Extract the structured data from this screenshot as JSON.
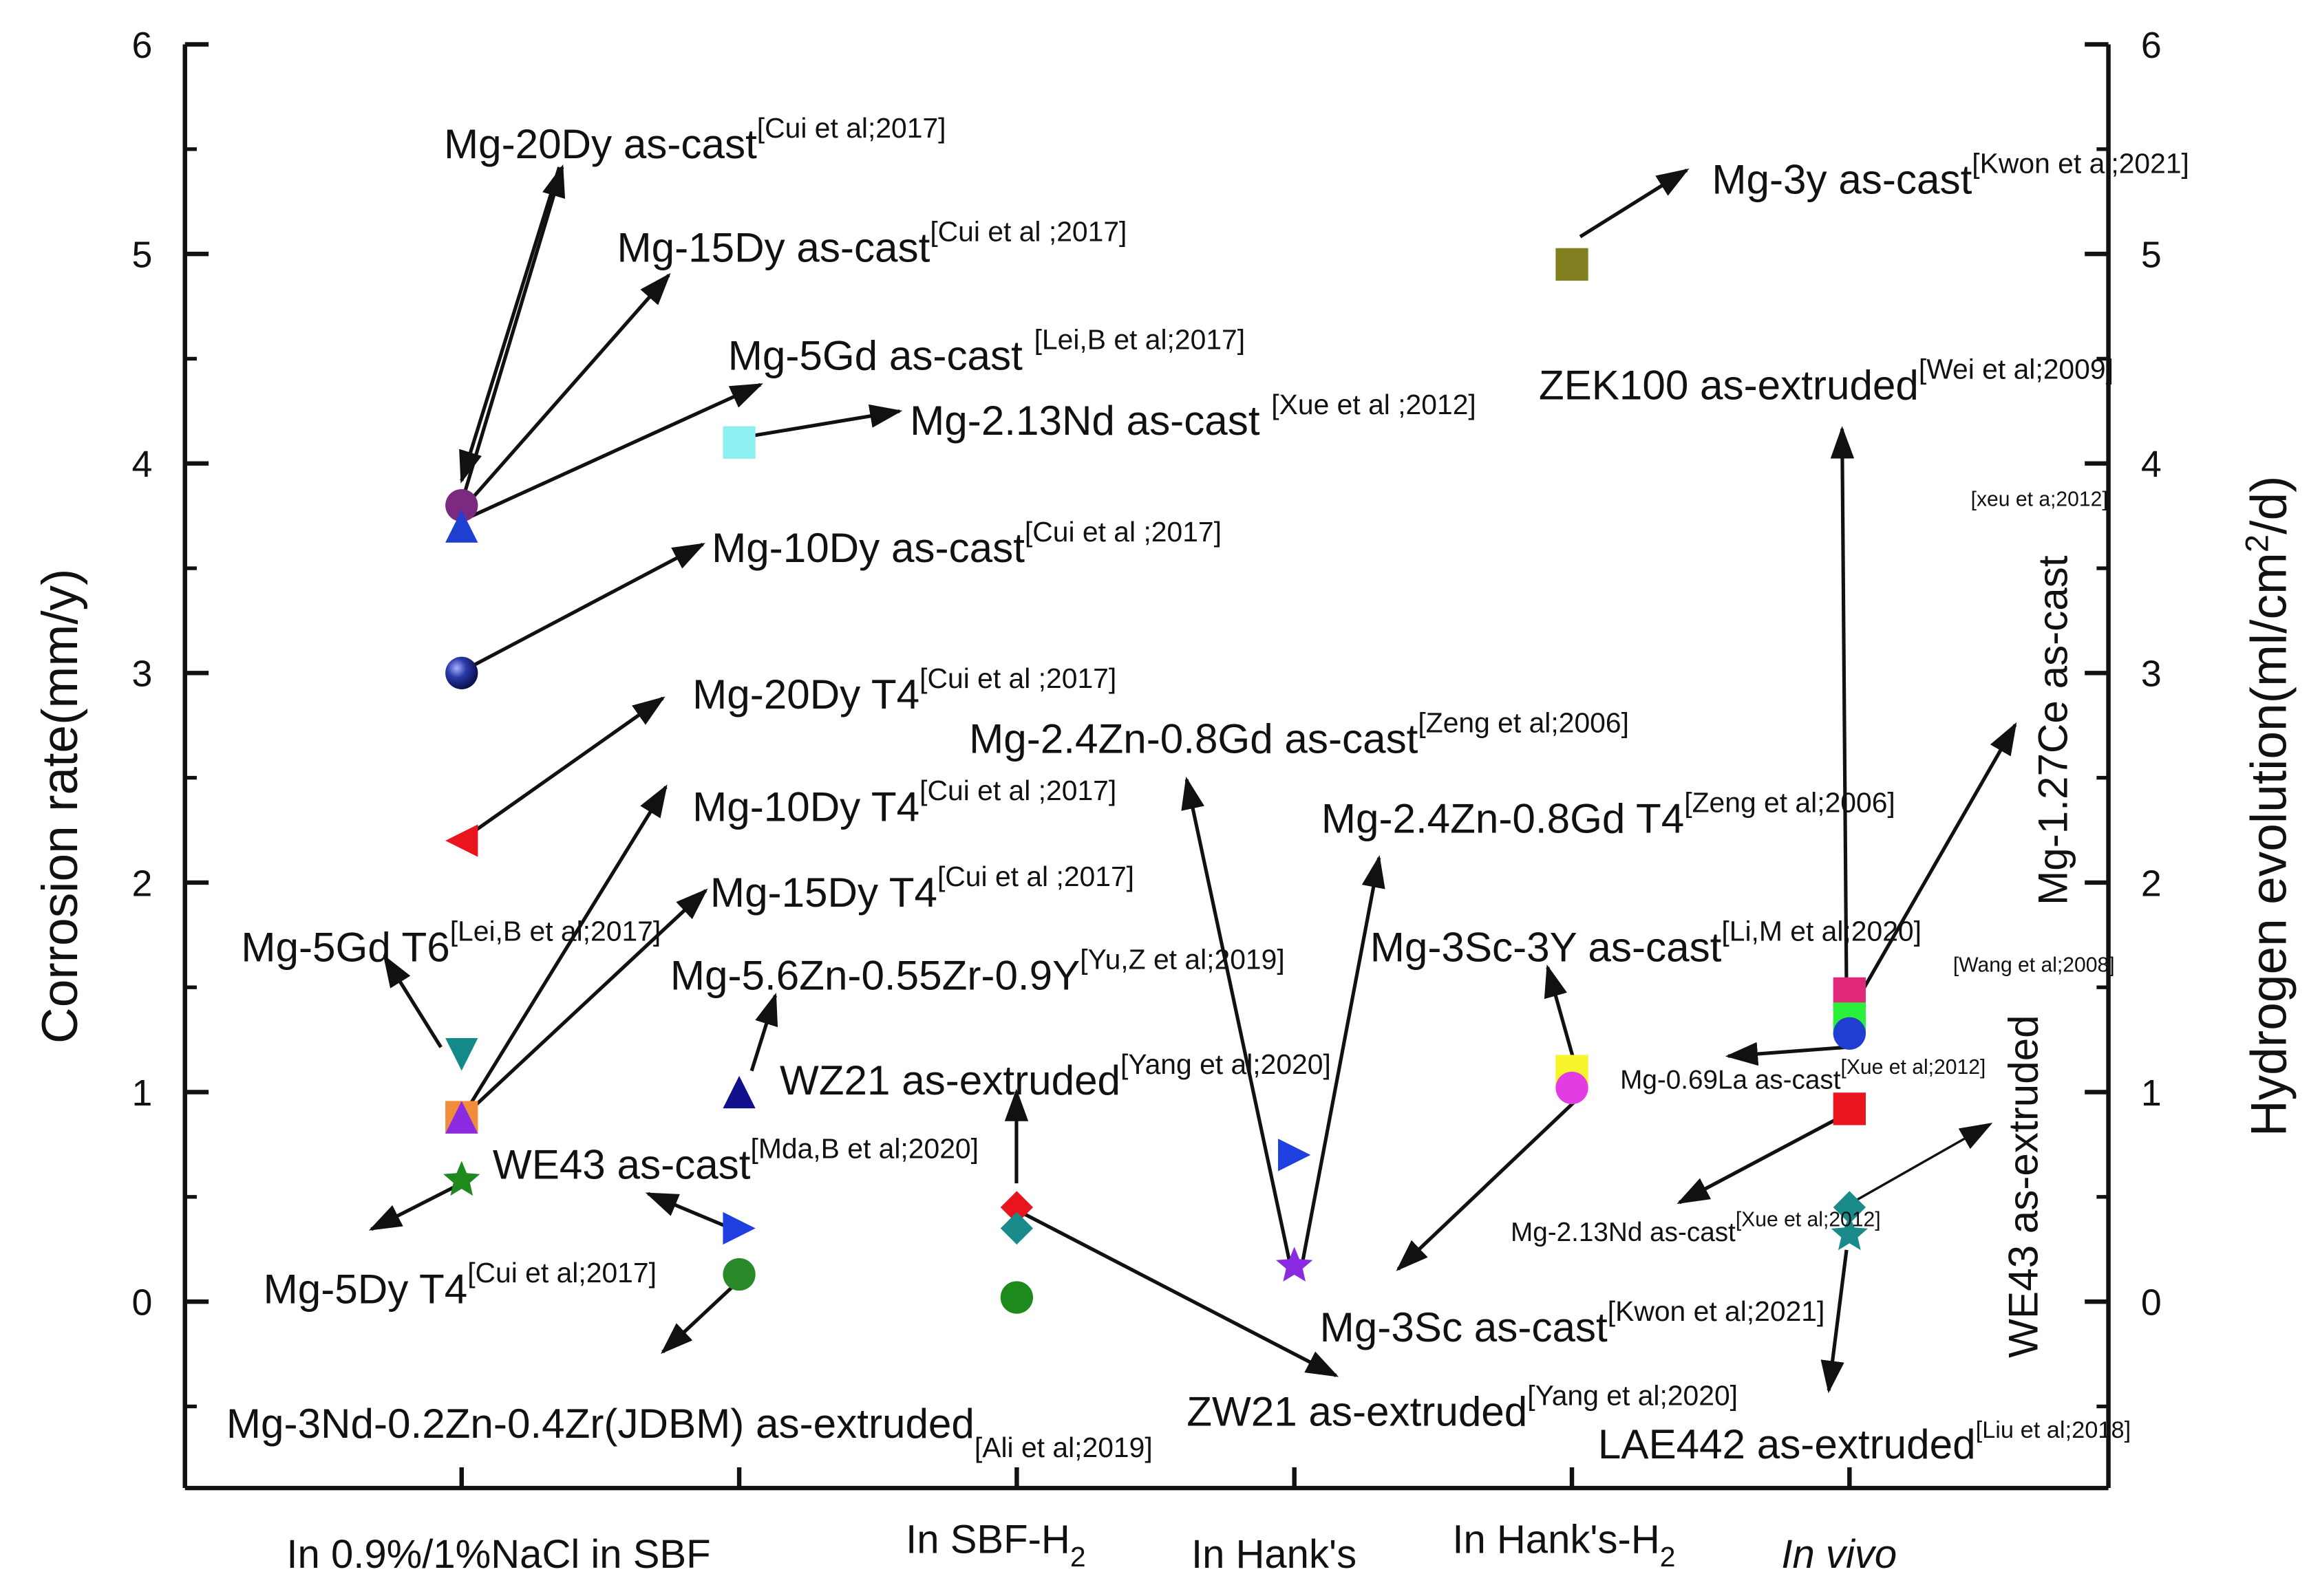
{
  "chart_data": {
    "type": "scatter",
    "title": "",
    "ylabel": "Corrosion rate(mm/y)",
    "ylabel_right": "Hydrogen evolution(ml/cm2/d)",
    "ylabel_right_parts": [
      "Hydrogen evolution(ml/cm",
      "2",
      "/d)"
    ],
    "ylim": [
      -0.9,
      6
    ],
    "yticks": [
      "0",
      "1",
      "2",
      "3",
      "4",
      "5",
      "6"
    ],
    "categories": [
      {
        "label": "In 0.9%/1%NaCl in SBF",
        "sub": "",
        "italic": false
      },
      {
        "label": "",
        "sub": "",
        "italic": false
      },
      {
        "label": "In SBF-H",
        "sub": "2",
        "italic": false
      },
      {
        "label": "In Hank's",
        "sub": "",
        "italic": false
      },
      {
        "label": "In Hank's-H",
        "sub": "2",
        "italic": false
      },
      {
        "label": "In vivo",
        "sub": "",
        "italic": true
      }
    ],
    "points": [
      {
        "x": 1,
        "y": 3.8,
        "color": "#7a2a80",
        "marker": "circle"
      },
      {
        "x": 1,
        "y": 3.7,
        "color": "#1f3fd0",
        "marker": "triangle-up"
      },
      {
        "x": 1,
        "y": 3.0,
        "color": "#1c2a8c",
        "marker": "sphere"
      },
      {
        "x": 1,
        "y": 2.2,
        "color": "#e8141e",
        "marker": "triangle-left"
      },
      {
        "x": 1,
        "y": 1.18,
        "color": "#138a8a",
        "marker": "triangle-down"
      },
      {
        "x": 1,
        "y": 0.88,
        "color": "#f08c3c",
        "marker": "square"
      },
      {
        "x": 1,
        "y": 0.88,
        "color": "#8a2be2",
        "marker": "triangle-up"
      },
      {
        "x": 1,
        "y": 0.58,
        "color": "#1e8a1e",
        "marker": "star"
      },
      {
        "x": 2,
        "y": 4.1,
        "color": "#8ef0f0",
        "marker": "square"
      },
      {
        "x": 2,
        "y": 1.0,
        "color": "#10108c",
        "marker": "triangle-up"
      },
      {
        "x": 2,
        "y": 0.35,
        "color": "#1f3fe0",
        "marker": "triangle-right"
      },
      {
        "x": 2,
        "y": 0.13,
        "color": "#2a8a2a",
        "marker": "circle"
      },
      {
        "x": 3,
        "y": 0.45,
        "color": "#e8141e",
        "marker": "diamond"
      },
      {
        "x": 3,
        "y": 0.35,
        "color": "#1a8a8a",
        "marker": "diamond"
      },
      {
        "x": 3,
        "y": 0.02,
        "color": "#1e8a1e",
        "marker": "circle"
      },
      {
        "x": 4,
        "y": 0.7,
        "color": "#1f3fe0",
        "marker": "triangle-right"
      },
      {
        "x": 4,
        "y": 0.17,
        "color": "#8a2be2",
        "marker": "star"
      },
      {
        "x": 5,
        "y": 4.95,
        "color": "#808020",
        "marker": "square"
      },
      {
        "x": 5,
        "y": 1.1,
        "color": "#f5f52a",
        "marker": "square"
      },
      {
        "x": 5,
        "y": 1.02,
        "color": "#e23ce2",
        "marker": "circle"
      },
      {
        "x": 6,
        "y": 1.47,
        "color": "#e0287a",
        "marker": "square"
      },
      {
        "x": 6,
        "y": 1.35,
        "color": "#2af03a",
        "marker": "square"
      },
      {
        "x": 6,
        "y": 1.28,
        "color": "#1f3fd0",
        "marker": "circle"
      },
      {
        "x": 6,
        "y": 0.92,
        "color": "#e8141e",
        "marker": "square"
      },
      {
        "x": 6,
        "y": 0.45,
        "color": "#1a8a8a",
        "marker": "diamond"
      },
      {
        "x": 6,
        "y": 0.32,
        "color": "#1a8a8a",
        "marker": "star"
      }
    ],
    "annotations": [
      {
        "text": "Mg-20Dy as-cast",
        "ref": "[Cui et al;2017]"
      },
      {
        "text": "Mg-15Dy as-cast",
        "ref": "[Cui et al ;2017]"
      },
      {
        "text": "Mg-5Gd as-cast ",
        "ref": "[Lei,B et al;2017]"
      },
      {
        "text": "Mg-2.13Nd as-cast ",
        "ref": "[Xue et al ;2012]"
      },
      {
        "text": "Mg-10Dy as-cast",
        "ref": "[Cui et al ;2017]"
      },
      {
        "text": "Mg-20Dy T4",
        "ref": "[Cui et al ;2017]"
      },
      {
        "text": "Mg-10Dy T4",
        "ref": "[Cui et al ;2017]"
      },
      {
        "text": "Mg-15Dy T4",
        "ref": "[Cui et al ;2017]"
      },
      {
        "text": "Mg-5Gd T6",
        "ref": "[Lei,B et al;2017]"
      },
      {
        "text": "Mg-5.6Zn-0.55Zr-0.9Y",
        "ref": "[Yu,Z et al;2019]"
      },
      {
        "text": "WZ21 as-extruded",
        "ref": "[Yang et al;2020]"
      },
      {
        "text": "WE43 as-cast",
        "ref": "[Mda,B et al;2020]"
      },
      {
        "text": "Mg-5Dy T4",
        "ref": "[Cui et al;2017]"
      },
      {
        "text": "Mg-3Nd-0.2Zn-0.4Zr(JDBM) as-extruded",
        "ref": "[Ali et al;2019]"
      },
      {
        "text": "Mg-2.4Zn-0.8Gd as-cast",
        "ref": "[Zeng et al;2006]"
      },
      {
        "text": "Mg-2.4Zn-0.8Gd T4",
        "ref": "[Zeng et al;2006]"
      },
      {
        "text": "Mg-3Sc-3Y as-cast",
        "ref": "[Li,M et al;2020]"
      },
      {
        "text": "Mg-3Sc as-cast",
        "ref": "[Kwon et al;2021]"
      },
      {
        "text": "ZW21 as-extruded",
        "ref": "[Yang et al;2020]"
      },
      {
        "text": "Mg-3y as-cast",
        "ref": "[Kwon et al;2021]"
      },
      {
        "text": "ZEK100 as-extruded",
        "ref": "[Wei et al;2009]"
      },
      {
        "text": "Mg-1.27Ce as-cast",
        "ref": "[xeu et a;2012]"
      },
      {
        "text": "WE43 as-extruded",
        "ref": "[Wang et al;2008]"
      },
      {
        "text": "Mg-0.69La as-cast",
        "ref": "[Xue et al;2012]"
      },
      {
        "text": "Mg-2.13Nd as-cast",
        "ref": "[Xue et al;2012]"
      },
      {
        "text": "LAE442 as-extruded",
        "ref": "[Liu et al;2018]"
      }
    ],
    "grid": false,
    "legend": "none"
  }
}
